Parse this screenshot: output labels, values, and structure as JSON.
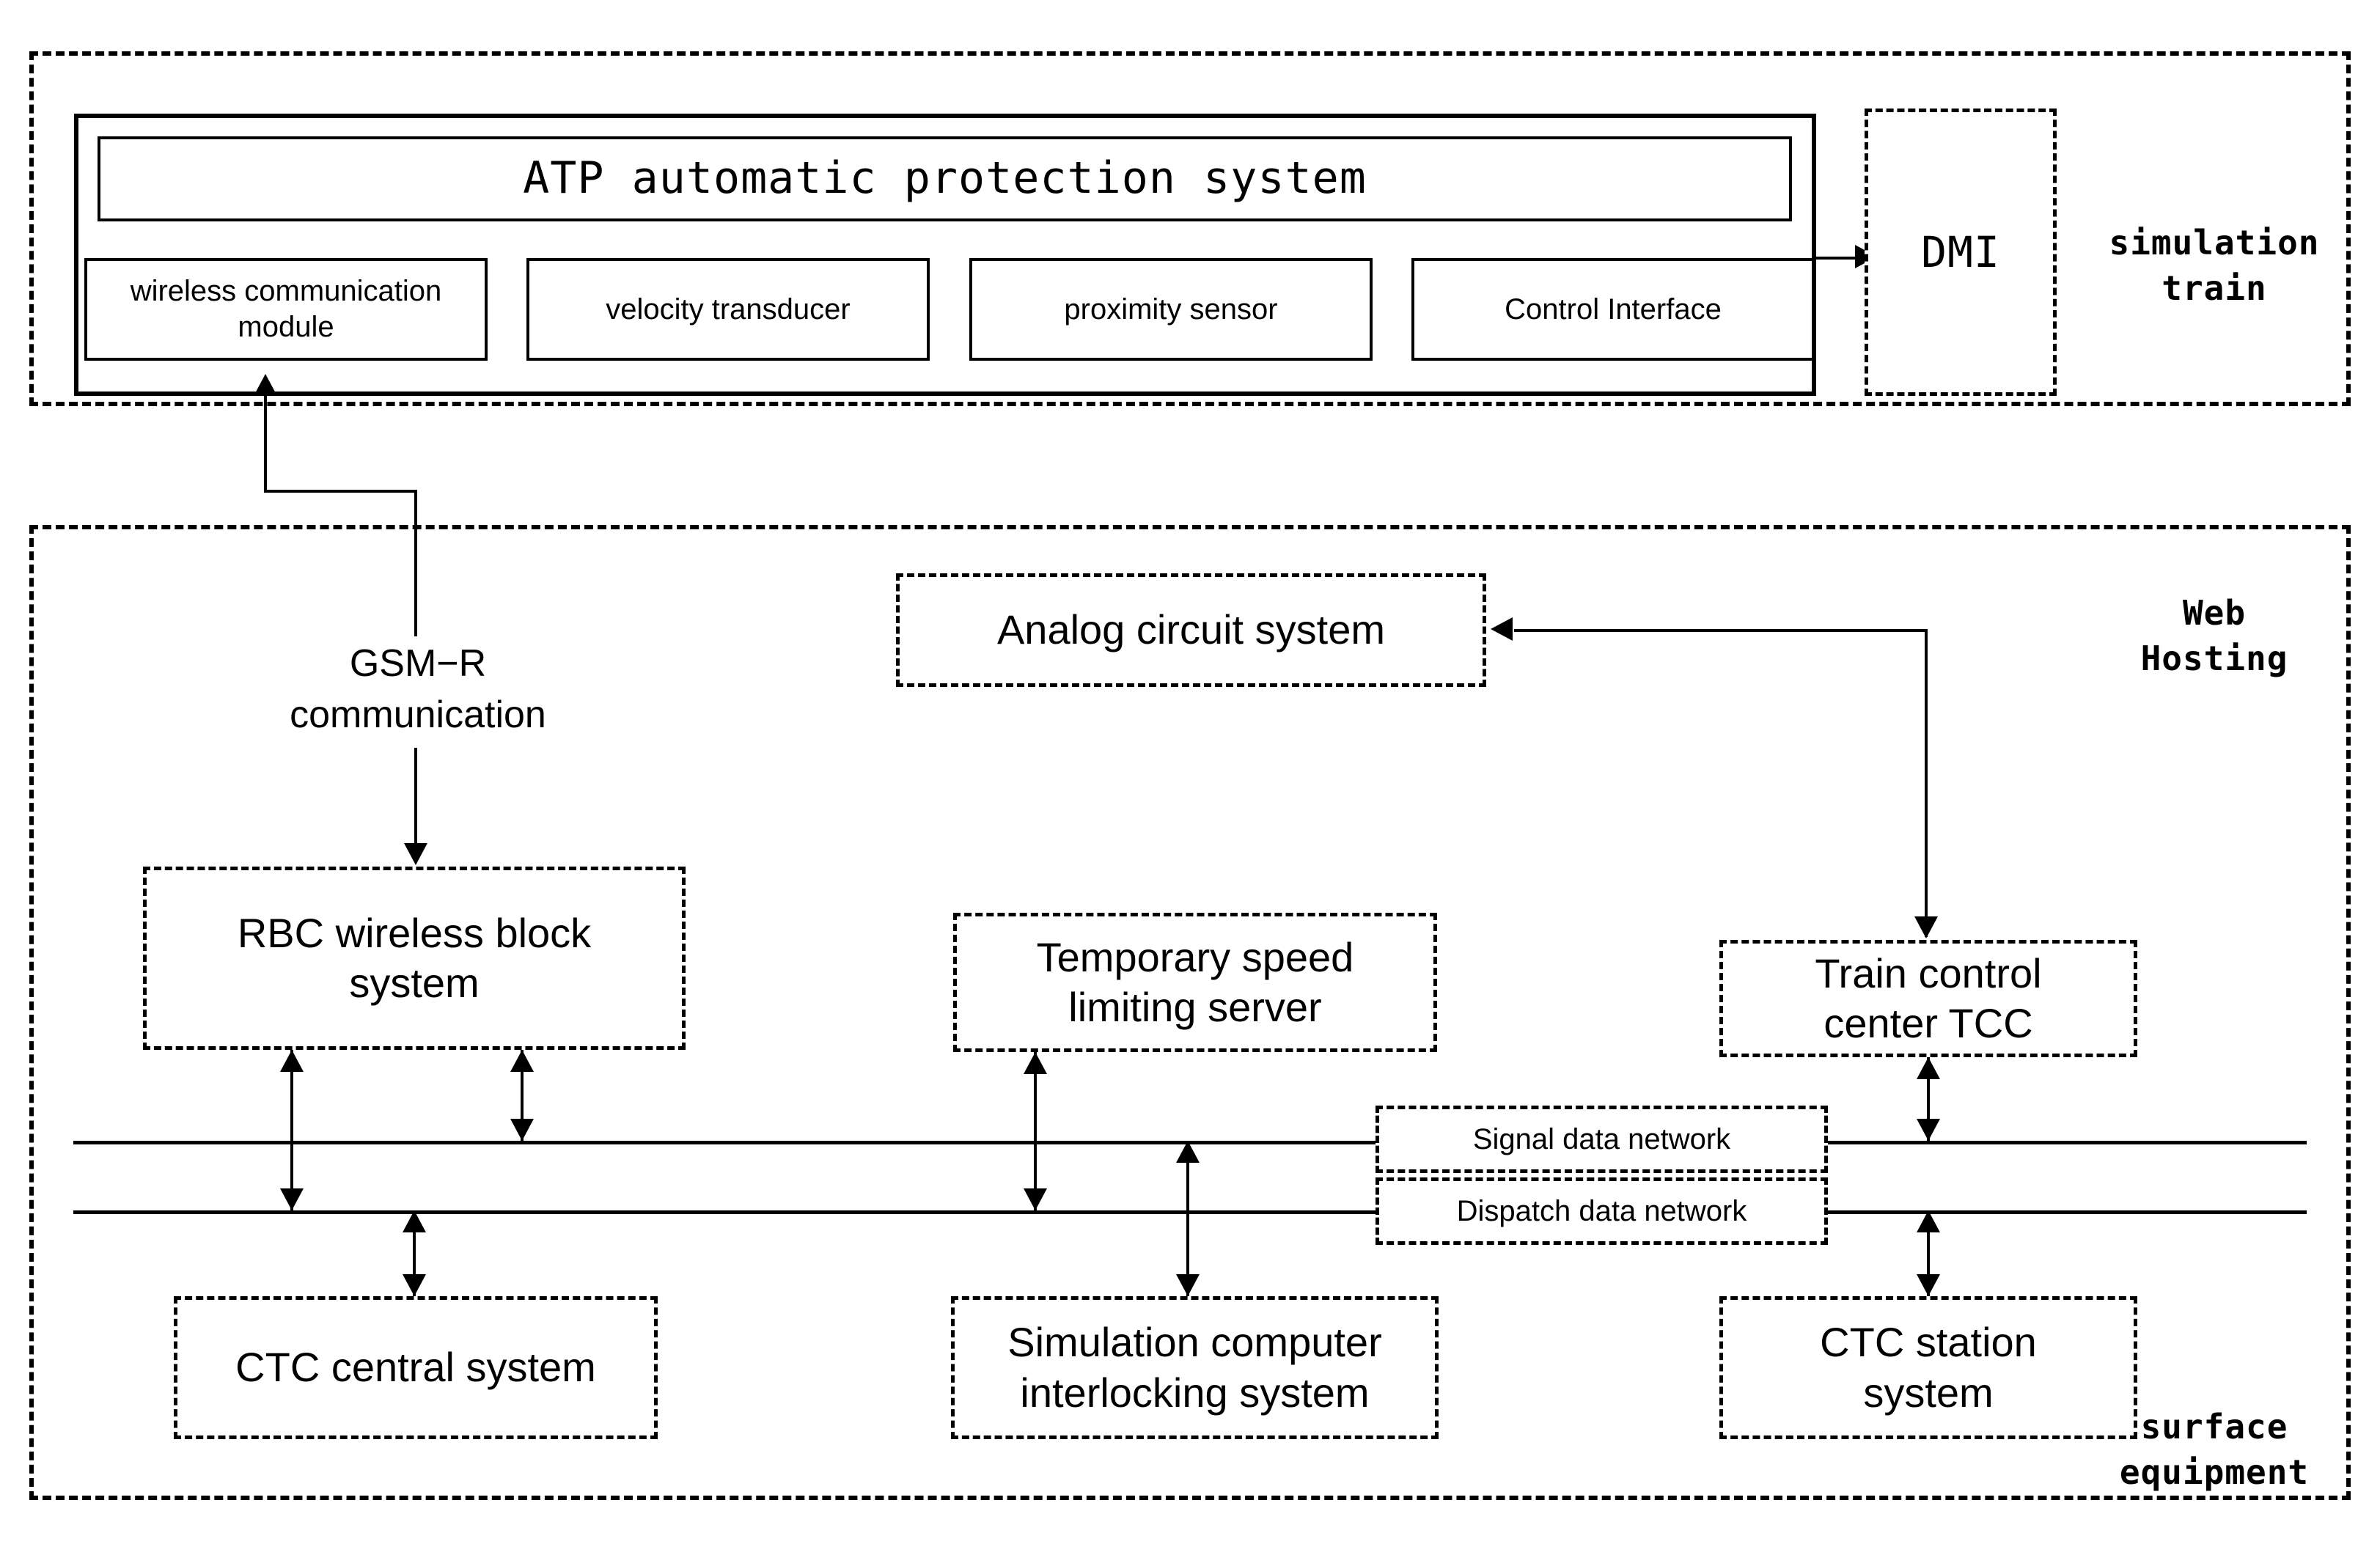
{
  "diagram": {
    "title_absent": true,
    "zones": {
      "train_zone_label": "simulation\ntrain",
      "train_zone_label_line1": "simulation",
      "train_zone_label_line2": "train",
      "web_hosting_label_line1": "Web",
      "web_hosting_label_line2": "Hosting",
      "surface_label_line1": "surface",
      "surface_label_line2": "equipment"
    },
    "onboard": {
      "atp_title": "ATP automatic protection system",
      "modules": [
        {
          "id": "wireless-communication-module",
          "line1": "wireless communication",
          "line2": "module"
        },
        {
          "id": "velocity-transducer",
          "line1": "velocity transducer",
          "line2": ""
        },
        {
          "id": "proximity-sensor",
          "line1": "proximity sensor",
          "line2": ""
        },
        {
          "id": "control-interface",
          "line1": "Control Interface",
          "line2": ""
        }
      ],
      "dmi_label": "DMI"
    },
    "link_labels": {
      "gsmr_line1": "GSM−R",
      "gsmr_line2": "communication"
    },
    "ground": {
      "analog_circuit_system": "Analog circuit system",
      "rbc_line1": "RBC wireless block",
      "rbc_line2": "system",
      "tsls_line1": "Temporary speed",
      "tsls_line2": "limiting server",
      "tcc_line1": "Train control",
      "tcc_line2": "center TCC",
      "signal_data_network": "Signal data network",
      "dispatch_data_network": "Dispatch data network",
      "ctc_central_line1": "CTC central system",
      "ctc_central_line2": "",
      "sim_interlock_line1": "Simulation computer",
      "sim_interlock_line2": "interlocking system",
      "ctc_station_line1": "CTC station",
      "ctc_station_line2": "system"
    },
    "colors": {
      "stroke": "#000000",
      "background": "#ffffff"
    }
  }
}
